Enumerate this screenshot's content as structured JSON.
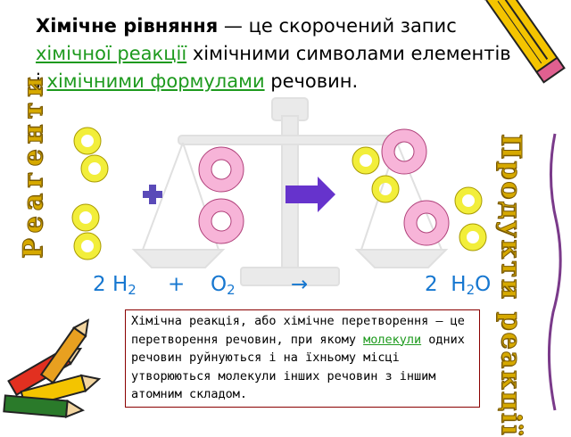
{
  "definition": {
    "term": "Хімічне рівняння",
    "dash_text": " — це скорочений запис ",
    "link1": "хімічної реакції",
    "mid_text": " хімічними символами елементів і ",
    "link2": "хімічними формулами",
    "end_text": " речовин."
  },
  "side_labels": {
    "reagents": "Реагенти",
    "products": "Продукти реакції"
  },
  "equation": {
    "coef_h2": "2",
    "h2_symbol": "H",
    "h2_index": "2",
    "plus": "+",
    "o2_symbol": "O",
    "o2_index": "2",
    "arrow": "→",
    "coef_h2o": "2",
    "h2o_symbol_h": "H",
    "h2o_index": "2",
    "h2o_symbol_o": "O"
  },
  "note": {
    "text_before": "Хімічна реакція, або хімічне перетворення — це перетворення речовин, при якому ",
    "link": "молекули",
    "text_after": " одних речовин руйнуються і на їхньому місці утворюються молекули інших речовин з іншим атомним складом."
  },
  "colors": {
    "hydrogen_fill": "#f2ee3a",
    "hydrogen_stroke": "#a89a00",
    "oxygen_fill": "#f7b4d8",
    "oxygen_stroke": "#b0407a",
    "plus_fill": "#5a4ab8",
    "arrow_fill": "#6633cc",
    "formula_text": "#1677d0",
    "link_green": "#1e9a1e",
    "label_gold": "#d6a900",
    "note_border": "#8a0000"
  },
  "icons": [
    "pencil-icon",
    "crayons-icon",
    "scales-watermark-icon",
    "plus-icon",
    "right-arrow-icon"
  ]
}
